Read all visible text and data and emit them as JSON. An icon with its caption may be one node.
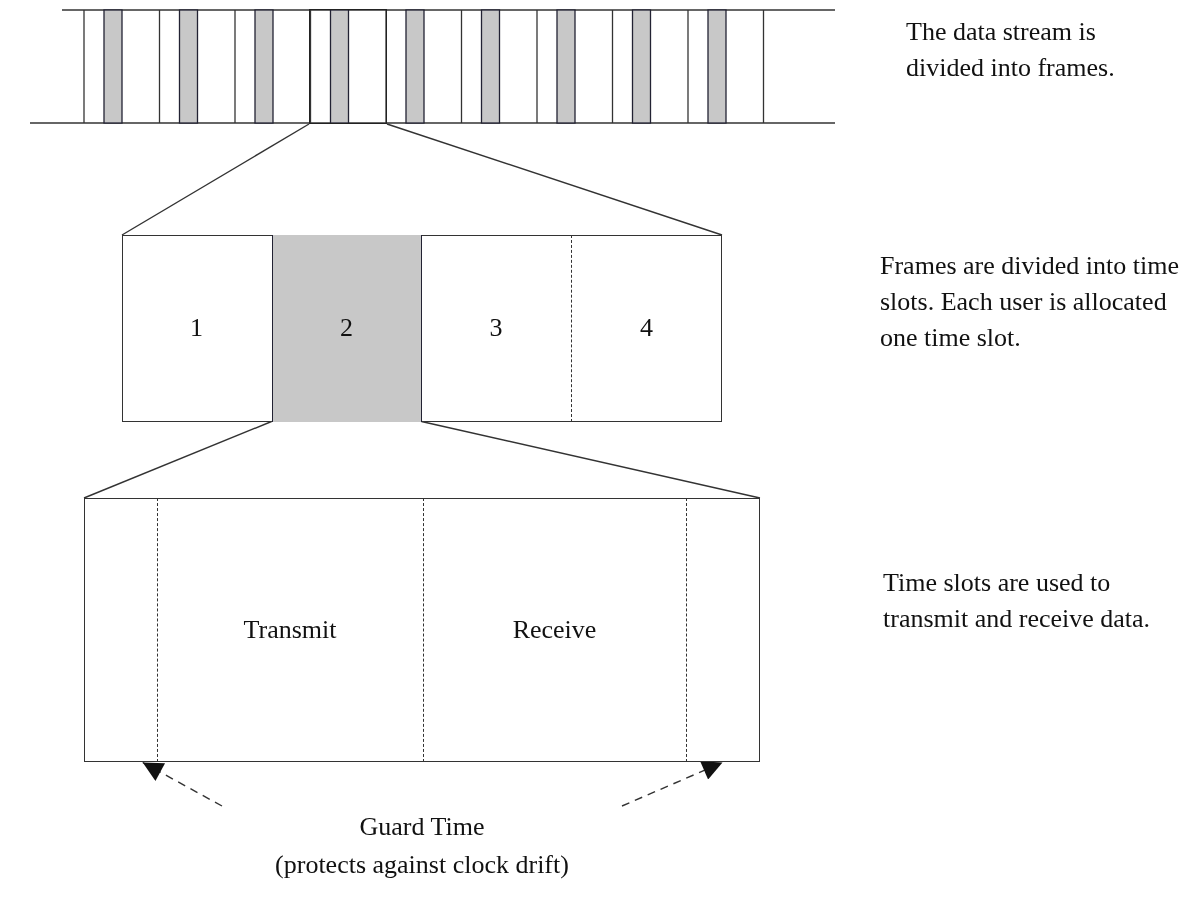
{
  "diagram": {
    "nodes": [
      {
        "text": [],
        "shape": "box"
      },
      {
        "text": [],
        "shape": "box"
      },
      {
        "text": [
          "1"
        ],
        "in": 1
      },
      {
        "text": [
          "2"
        ],
        "in": 1
      },
      {
        "text": [
          "3"
        ],
        "in": 1
      },
      {
        "text": [
          "4"
        ],
        "in": 1
      },
      {
        "text": [],
        "shape": "box"
      },
      {
        "text": [],
        "shape": "box",
        "in": 6
      },
      {
        "text": [
          "Transmit"
        ],
        "in": 6
      },
      {
        "text": [
          "Receive"
        ],
        "in": 6
      },
      {
        "text": [],
        "shape": "box",
        "in": 6
      },
      {
        "text": [
          "Guard Time",
          "(protects against clock drift)"
        ]
      }
    ],
    "edges": [
      {
        "from": 0,
        "to": 1,
        "arrow": "none"
      },
      {
        "from": 0,
        "to": 1,
        "arrow": "none"
      },
      {
        "from": 3,
        "to": 6,
        "arrow": "none"
      },
      {
        "from": 3,
        "to": 6,
        "arrow": "none"
      },
      {
        "from": 11,
        "to": 7,
        "arrow": "to",
        "style": "dashed"
      },
      {
        "from": 11,
        "to": 10,
        "arrow": "to",
        "style": "dashed"
      }
    ],
    "labels": [
      "The data stream is divided into frames.",
      "Frames are divided into time slots. Each user is allocated one time slot.",
      "Time slots are used to transmit and receive data."
    ]
  }
}
